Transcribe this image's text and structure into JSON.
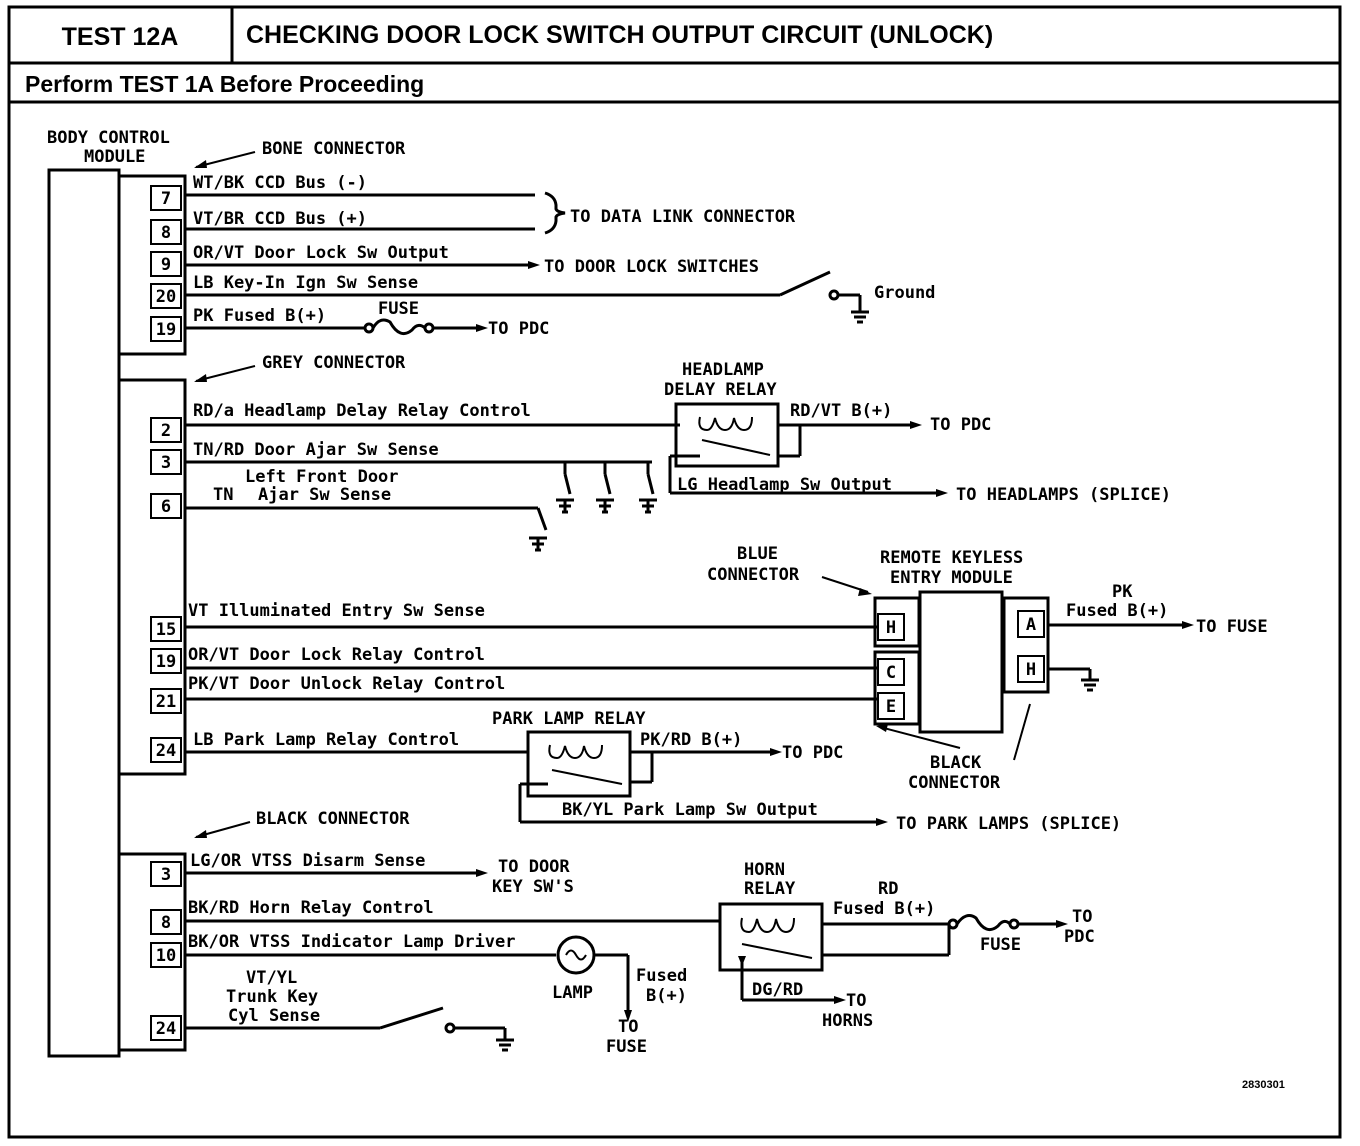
{
  "header": {
    "test_id": "TEST 12A",
    "title": "CHECKING DOOR LOCK SWITCH OUTPUT CIRCUIT (UNLOCK)",
    "subtitle": "Perform TEST 1A Before Proceeding"
  },
  "bcm": {
    "line1": "BODY CONTROL",
    "line2": "MODULE"
  },
  "bone": {
    "label": "BONE CONNECTOR",
    "pins": [
      "7",
      "8",
      "9",
      "20",
      "19"
    ],
    "wires": [
      "WT/BK CCD Bus (-)",
      "VT/BR CCD Bus (+)",
      "OR/VT Door Lock Sw Output",
      "LB Key-In Ign Sw Sense",
      "PK Fused B(+)"
    ],
    "fuse_label": "FUSE",
    "to_data_link": "TO DATA LINK CONNECTOR",
    "to_door_lock": "TO DOOR LOCK SWITCHES",
    "ground": "Ground",
    "to_pdc": "TO PDC"
  },
  "grey": {
    "label": "GREY CONNECTOR",
    "pins": [
      "2",
      "3",
      "6",
      "15",
      "19",
      "21",
      "24"
    ],
    "wires": [
      "RD/a Headlamp Delay Relay Control",
      "TN/RD Door Ajar Sw Sense",
      "VT Illuminated Entry Sw Sense",
      "OR/VT Door Lock Relay Control",
      "PK/VT Door Unlock Relay Control",
      "LB Park Lamp Relay Control"
    ],
    "lf_door_1": "Left Front Door",
    "lf_door_2_a": "TN",
    "lf_door_2_b": "Ajar Sw Sense",
    "headlamp_relay_1": "HEADLAMP",
    "headlamp_relay_2": "DELAY RELAY",
    "rdvt": "RD/VT B(+)",
    "to_pdc": "TO PDC",
    "lg_out": "LG Headlamp Sw Output",
    "to_headlamps": "TO HEADLAMPS (SPLICE)",
    "park_relay": "PARK LAMP RELAY",
    "pkrd": "PK/RD B(+)",
    "to_pdc2": "TO PDC",
    "bkyl": "BK/YL Park Lamp Sw Output",
    "to_park": "TO PARK LAMPS (SPLICE)"
  },
  "rke": {
    "blue_1": "BLUE",
    "blue_2": "CONNECTOR",
    "module_1": "REMOTE KEYLESS",
    "module_2": "ENTRY MODULE",
    "pins_left": [
      "H",
      "C",
      "E"
    ],
    "pins_right": [
      "A",
      "H"
    ],
    "pk": "PK",
    "pk_fused": "Fused B(+)",
    "to_fuse": "TO FUSE",
    "black_1": "BLACK",
    "black_2": "CONNECTOR"
  },
  "black": {
    "label": "BLACK CONNECTOR",
    "pins": [
      "3",
      "8",
      "10",
      "24"
    ],
    "wires": [
      "LG/OR VTSS Disarm Sense",
      "BK/RD Horn Relay Control",
      "BK/OR VTSS Indicator Lamp Driver"
    ],
    "to_door_key_1": "TO DOOR",
    "to_door_key_2": "KEY SW'S",
    "horn_relay_1": "HORN",
    "horn_relay_2": "RELAY",
    "rd": "RD",
    "rd_fused": "Fused B(+)",
    "fuse": "FUSE",
    "to_pdc_1": "TO",
    "to_pdc_2": "PDC",
    "lamp": "LAMP",
    "fused_1": "Fused",
    "fused_2": "B(+)",
    "to_fuse_1": "TO",
    "to_fuse_2": "FUSE",
    "dgrd": "DG/RD",
    "to_horns_1": "TO",
    "to_horns_2": "HORNS",
    "trunk_1": "VT/YL",
    "trunk_2": "Trunk Key",
    "trunk_3": "Cyl Sense"
  },
  "figure_id": "2830301"
}
